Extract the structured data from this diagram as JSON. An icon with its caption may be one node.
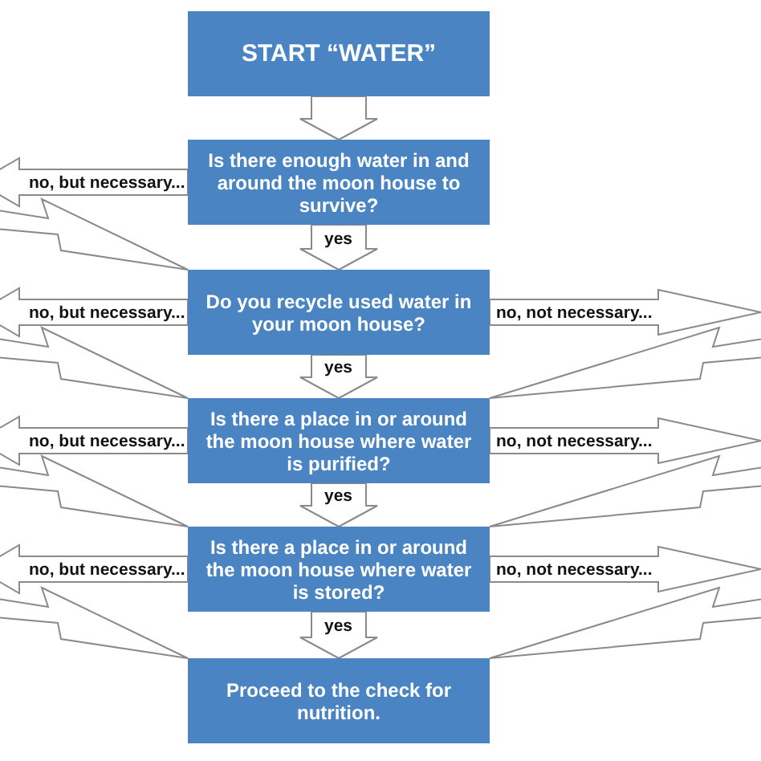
{
  "diagram": {
    "nodes": [
      {
        "text": [
          "START “WATER”"
        ]
      },
      {
        "text": [
          "Is there enough water in and around the moon house to survive?"
        ]
      },
      {
        "text": [
          "Do you recycle used water in your moon house?"
        ]
      },
      {
        "text": [
          "Is there a place in or around the moon house where water is purified?"
        ]
      },
      {
        "text": [
          "Is there a place in or around the moon house where water is stored?"
        ]
      },
      {
        "text": [
          "Proceed to the check for nutrition."
        ]
      }
    ],
    "edges": [
      {
        "from": 0,
        "to": 1,
        "arrow": "to"
      },
      {
        "from": 1,
        "to": 2,
        "arrow": "to",
        "label": "yes"
      },
      {
        "from": 2,
        "to": 3,
        "arrow": "to",
        "label": "yes"
      },
      {
        "from": 3,
        "to": 4,
        "arrow": "to",
        "label": "yes"
      },
      {
        "from": 4,
        "to": 5,
        "arrow": "to",
        "label": "yes"
      },
      {
        "from": 1,
        "to": null,
        "arrow": "to",
        "label": "no, but necessary..."
      },
      {
        "from": null,
        "to": 2,
        "arrow": "to"
      },
      {
        "from": 2,
        "to": null,
        "arrow": "to",
        "label": "no, but necessary..."
      },
      {
        "from": 2,
        "to": null,
        "arrow": "to",
        "label": "no, not necessary..."
      },
      {
        "from": null,
        "to": 3,
        "arrow": "to"
      },
      {
        "from": null,
        "to": 3,
        "arrow": "to"
      },
      {
        "from": 3,
        "to": null,
        "arrow": "to",
        "label": "no, but necessary..."
      },
      {
        "from": 3,
        "to": null,
        "arrow": "to",
        "label": "no, not necessary..."
      },
      {
        "from": null,
        "to": 4,
        "arrow": "to"
      },
      {
        "from": null,
        "to": 4,
        "arrow": "to"
      },
      {
        "from": 4,
        "to": null,
        "arrow": "to",
        "label": "no, but necessary..."
      },
      {
        "from": 4,
        "to": null,
        "arrow": "to",
        "label": "no, not necessary..."
      },
      {
        "from": null,
        "to": 5,
        "arrow": "to"
      },
      {
        "from": null,
        "to": 5,
        "arrow": "to"
      }
    ]
  }
}
